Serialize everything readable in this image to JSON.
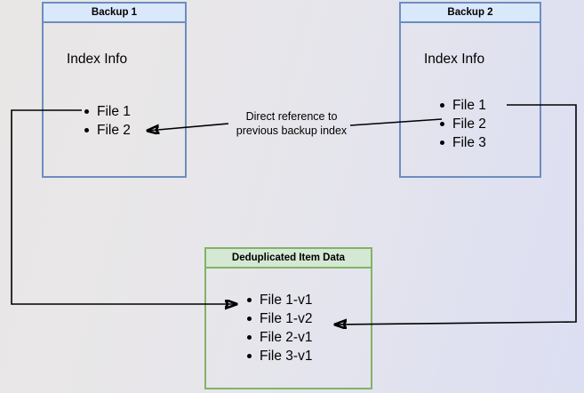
{
  "diagram": {
    "title_hidden": "Backup deduplication reference diagram",
    "background_colors": {
      "left": "#e9e6e6",
      "right": "#dcdef2"
    },
    "accent_colors": {
      "blue_border": "#6c8ebf",
      "blue_fill": "#dae8fc",
      "green_border": "#82b366",
      "green_fill": "#d5e8d4",
      "edge": "#000000"
    }
  },
  "backup1": {
    "title": "Backup 1",
    "index_label": "Index Info",
    "files": [
      "File 1",
      "File 2"
    ]
  },
  "backup2": {
    "title": "Backup 2",
    "index_label": "Index Info",
    "files": [
      "File 1",
      "File 2",
      "File 3"
    ]
  },
  "dedup": {
    "title": "Deduplicated Item Data",
    "items": [
      "File 1-v1",
      "File 1-v2",
      "File 2-v1",
      "File 3-v1"
    ]
  },
  "caption": {
    "text": "Direct reference to\nprevious backup index"
  }
}
